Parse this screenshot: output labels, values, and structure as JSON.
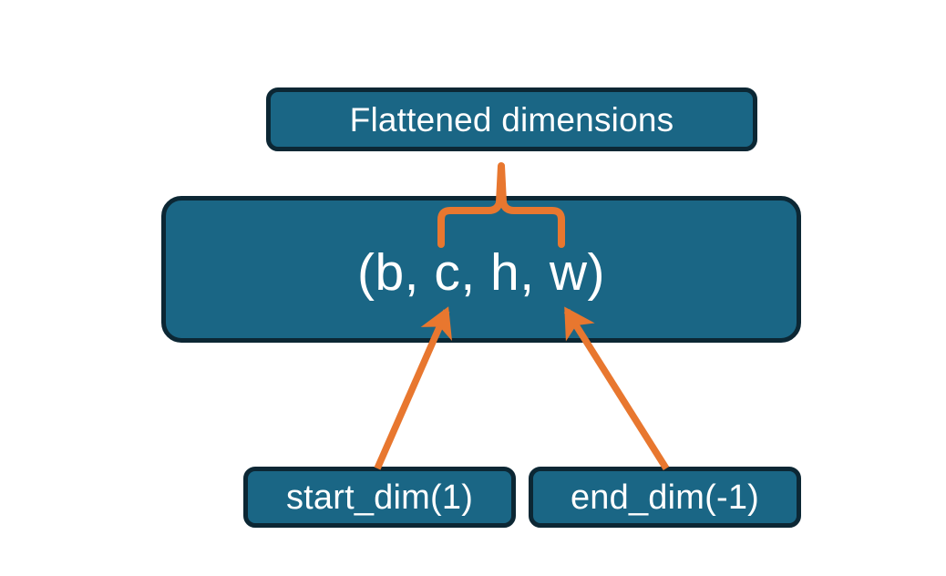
{
  "diagram": {
    "title": "torch flatten dimensions diagram",
    "background_color": "#ffffff",
    "node_fill_color": "#1a6685",
    "node_border_color": "#0c2734",
    "node_text_color": "#ffffff",
    "connector_color": "#e8772f",
    "nodes": {
      "flattened": {
        "label": "Flattened dimensions"
      },
      "shape": {
        "label": "(b, c, h, w)"
      },
      "start_dim": {
        "label": "start_dim(1)"
      },
      "end_dim": {
        "label": "end_dim(-1)"
      }
    },
    "connectors": [
      {
        "name": "brace-flattened-to-shape",
        "type": "curly-brace",
        "color": "#e8772f",
        "from": "shape",
        "to": "flattened"
      },
      {
        "name": "arrow-start-dim-to-shape",
        "type": "arrow",
        "color": "#e8772f",
        "from": "start_dim",
        "to": "shape"
      },
      {
        "name": "arrow-end-dim-to-shape",
        "type": "arrow",
        "color": "#e8772f",
        "from": "end_dim",
        "to": "shape"
      }
    ]
  }
}
